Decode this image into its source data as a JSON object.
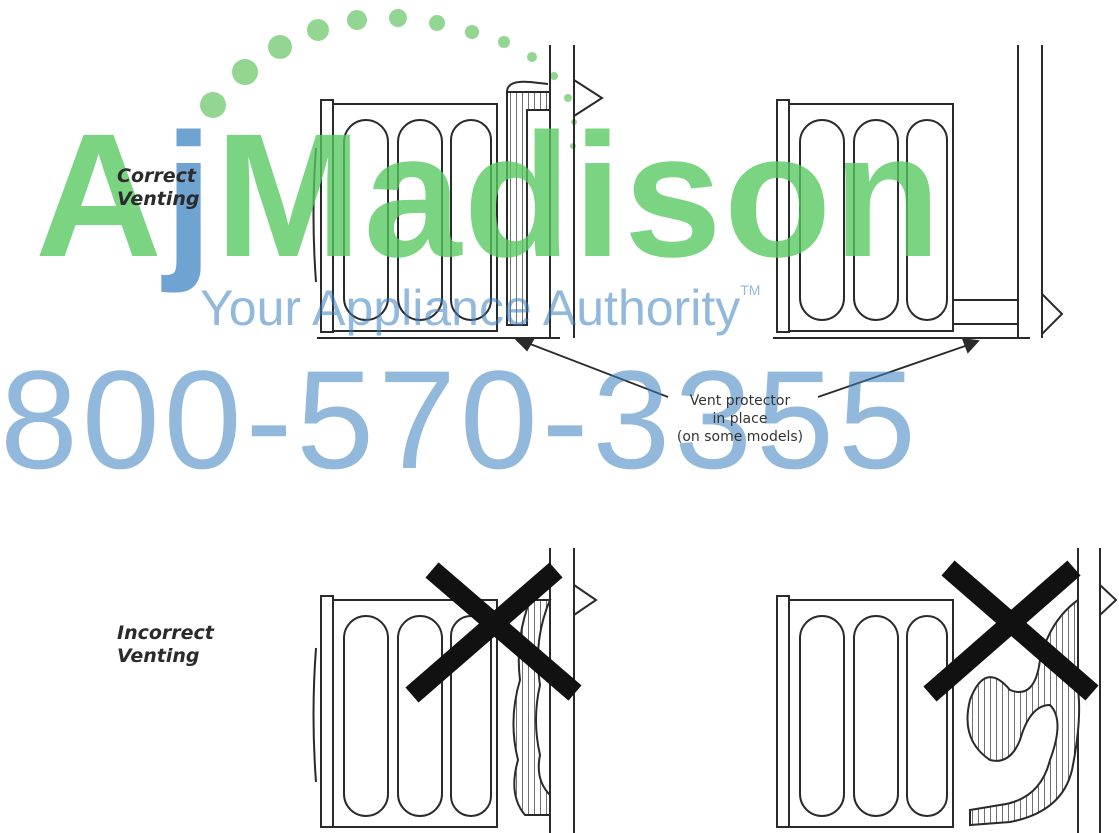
{
  "labels": {
    "correct_line1": "Correct",
    "correct_line2": "Venting",
    "incorrect_line1": "Incorrect",
    "incorrect_line2": "Venting"
  },
  "callout": {
    "line1": "Vent protector",
    "line2": "in place",
    "line3": "(on some models)"
  },
  "watermark": {
    "name_a": "A",
    "name_j": "j",
    "name_rest": "Madison",
    "tagline": "Your Appliance Authority",
    "tm": "TM",
    "phone": "800-570-3355",
    "colors": {
      "green": "#56c85d",
      "blue": "#3880c0"
    }
  },
  "icons": [
    "dryer-icon",
    "wall-icon",
    "vent-hood-icon",
    "flex-duct-icon",
    "cross-mark-icon",
    "dot-arc-logo-icon"
  ]
}
